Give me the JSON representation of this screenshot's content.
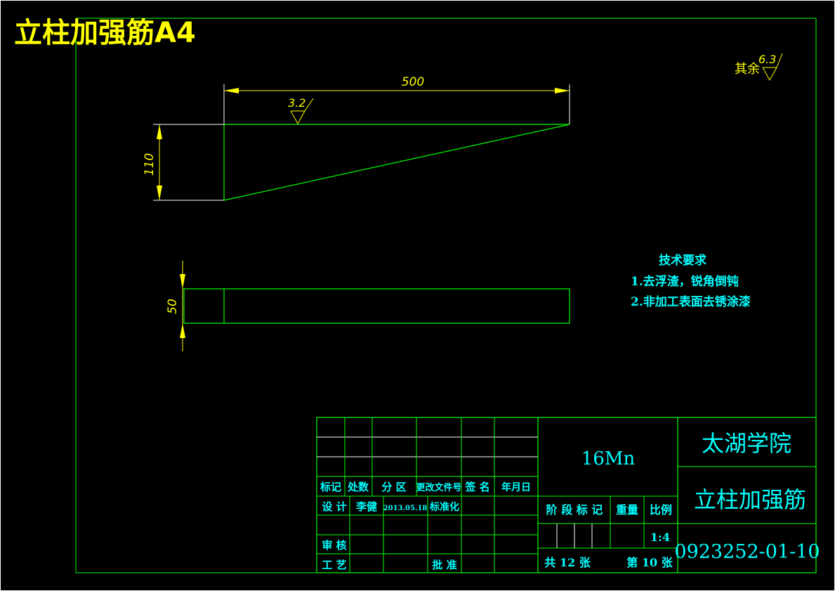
{
  "title": "立柱加强筋A4",
  "colors": {
    "background": "#000000",
    "frame": "#00ff00",
    "dimension": "#ffff00",
    "table_text": "#00ffff",
    "white_lines": "#ffffff"
  },
  "surface_finish": {
    "other_label": "其余",
    "other_value": "6.3",
    "top_value": "3.2"
  },
  "dimensions": {
    "length": "500",
    "height": "110",
    "thickness": "50"
  },
  "tech_requirements": {
    "heading": "技术要求",
    "items": [
      "1.去浮渣，锐角倒钝",
      "2.非加工表面去锈涂漆"
    ]
  },
  "title_block": {
    "headers": [
      "标记",
      "处数",
      "分 区",
      "更改文件号",
      "签 名",
      "年月日"
    ],
    "design_label": "设 计",
    "designer": "李健",
    "date": "2013.05.18",
    "standardize": "标准化",
    "review_label": "审 核",
    "process_label": "工 艺",
    "approve_label": "批 准",
    "material": "16Mn",
    "stage_mark": "阶 段 标 记",
    "weight": "重量",
    "scale_label": "比例",
    "scale": "1:4",
    "total_sheets": "共 12 张",
    "sheet_no": "第 10 张",
    "school": "太湖学院",
    "part_name": "立柱加强筋",
    "drawing_no": "0923252-01-10"
  }
}
